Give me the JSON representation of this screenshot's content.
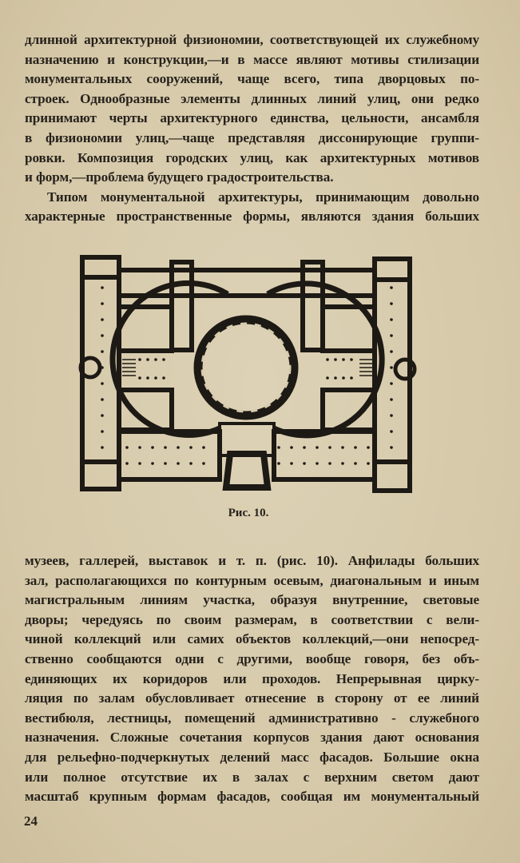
{
  "paragraph_top": [
    "длинной архитектурной физиономии, соответствующей их служебному",
    "назначению и конструкции,—и в массе являют мотивы стилизации",
    "монументальных сооружений, чаще всего, типа дворцовых по-",
    "строек. Однообразные элементы длинных линий улиц, они редко",
    "принимают черты архитектурного единства, цельности, ансамбля",
    "в физиономии улиц,—чаще представляя диссонирующие группи-",
    "ровки. Композиция городских улиц, как архитектурных мотивов",
    "и форм,—проблема будущего градостроительства."
  ],
  "paragraph_second": [
    "Типом монументальной архитектуры, принимающим довольно",
    "характерные пространственные формы, являются здания больших"
  ],
  "figure": {
    "caption": "Рис. 10."
  },
  "paragraph_bottom": [
    "музеев, галлерей, выставок и т. п. (рис. 10). Анфилады больших",
    "зал, располагающихся по контурным осевым, диагональным и иным",
    "магистральным линиям участка, образуя внутренние, световые",
    "дворы; чередуясь по своим размерам, в соответствии с вели-",
    "чиной коллекций или самих объектов коллекций,—они непосред-",
    "ственно сообщаются одни с другими, вообще говоря, без объ-",
    "единяющих их коридоров или проходов. Непрерывная цирку-",
    "ляция по залам обусловливает отнесение в сторону от ее линий",
    "вестибюля, лестницы, помещений административно - служебного",
    "назначения. Сложные сочетания корпусов здания дают основания",
    "для рельефно-подчеркнутых делений масс фасадов. Большие окна",
    "или полное отсутствие их в залах с верхним светом дают",
    "масштаб крупным формам фасадов, сообщая им монументальный"
  ],
  "page_number": "24"
}
